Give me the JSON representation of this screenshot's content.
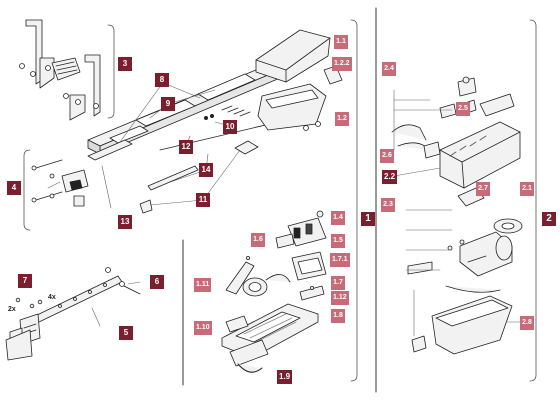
{
  "callouts": {
    "c3": "3",
    "c8": "8",
    "c9": "9",
    "c10": "10",
    "c12": "12",
    "c14": "14",
    "c11": "11",
    "c13": "13",
    "c4": "4",
    "c7": "7",
    "c6": "6",
    "c5": "5",
    "c1_1": "1.1",
    "c1_2_2": "1.2.2",
    "c1_2": "1.2",
    "c1": "1",
    "c1_4": "1.4",
    "c1_5": "1.5",
    "c1_6": "1.6",
    "c1_7_1": "1.7.1",
    "c1_7": "1.7",
    "c1_11": "1.11",
    "c1_12": "1.12",
    "c1_8": "1.8",
    "c1_10": "1.10",
    "c1_9": "1.9",
    "c2_4": "2.4",
    "c2_5": "2.5",
    "c2_6": "2.6",
    "c2_2": "2.2",
    "c2_7": "2.7",
    "c2_1": "2.1",
    "c2_3": "2.3",
    "c2_8": "2.8",
    "c2": "2"
  },
  "quantity_marks": {
    "q2x": "2x",
    "q4x": "4x"
  },
  "colors": {
    "callout_dark": "#7b1f2e",
    "callout_light": "#c96a78",
    "line": "#222222",
    "part_fill": "#f2f2f2"
  }
}
